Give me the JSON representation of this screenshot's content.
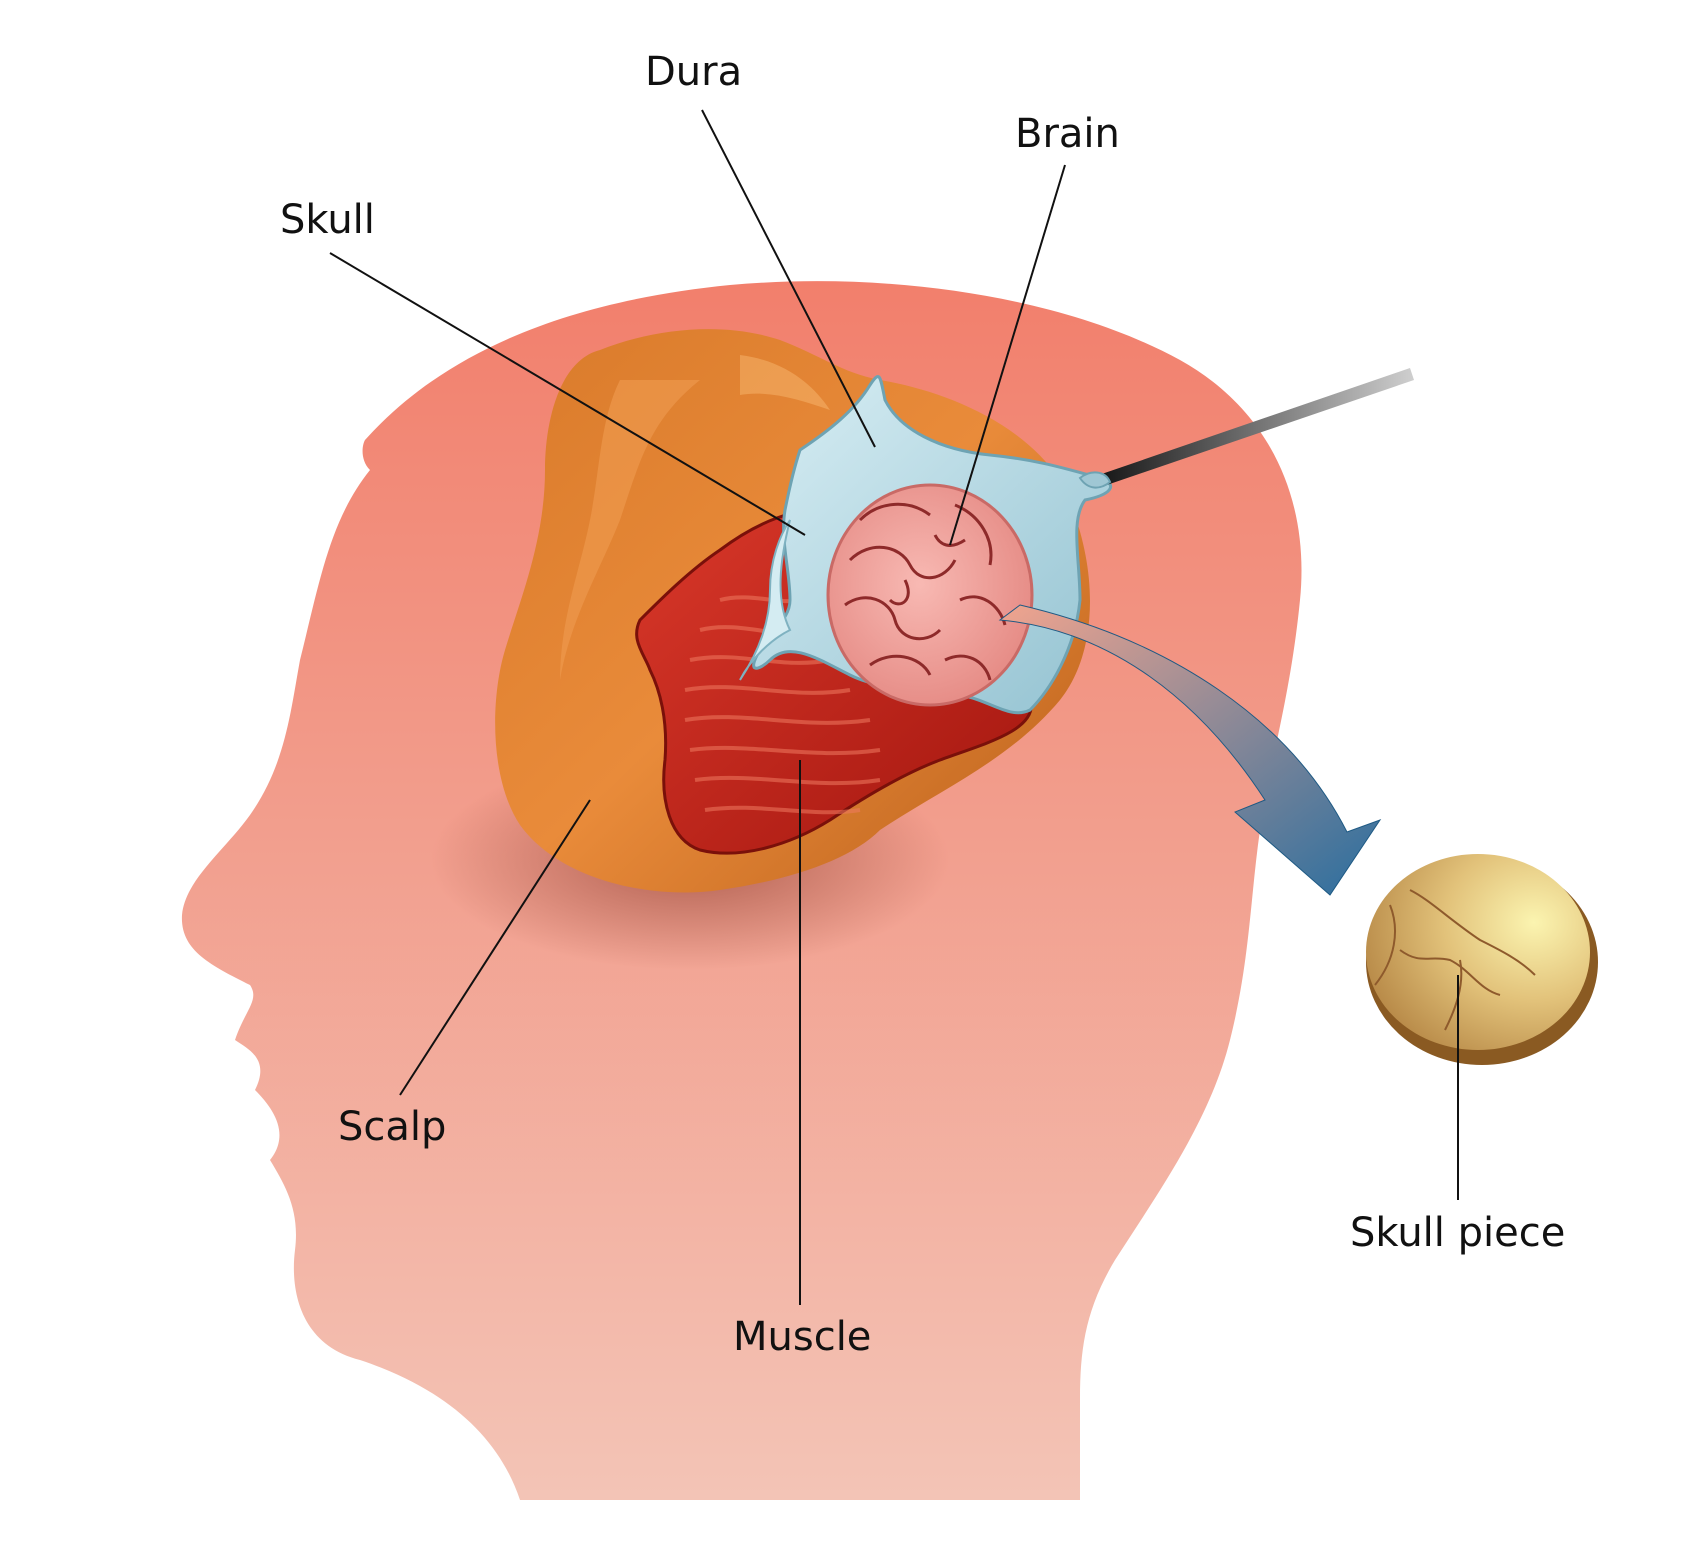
{
  "labels": {
    "dura": "Dura",
    "brain": "Brain",
    "skull": "Skull",
    "scalp": "Scalp",
    "muscle": "Muscle",
    "skull_piece": "Skull piece"
  },
  "colors": {
    "head_top": "#f27f6c",
    "head_bottom": "#f3c4b6",
    "scalp": "#d97a2a",
    "scalp_highlight": "#ee9a4e",
    "muscle": "#c92a1f",
    "dura": "#b4d8e2",
    "brain": "#f4a6a0",
    "brain_folds": "#8e2a2a",
    "arrow_start": "#f1a48e",
    "arrow_end": "#2a6e9f",
    "skull_piece": "#d8b068",
    "line": "#111111"
  },
  "icons": {
    "instrument": "surgical-probe-icon"
  }
}
